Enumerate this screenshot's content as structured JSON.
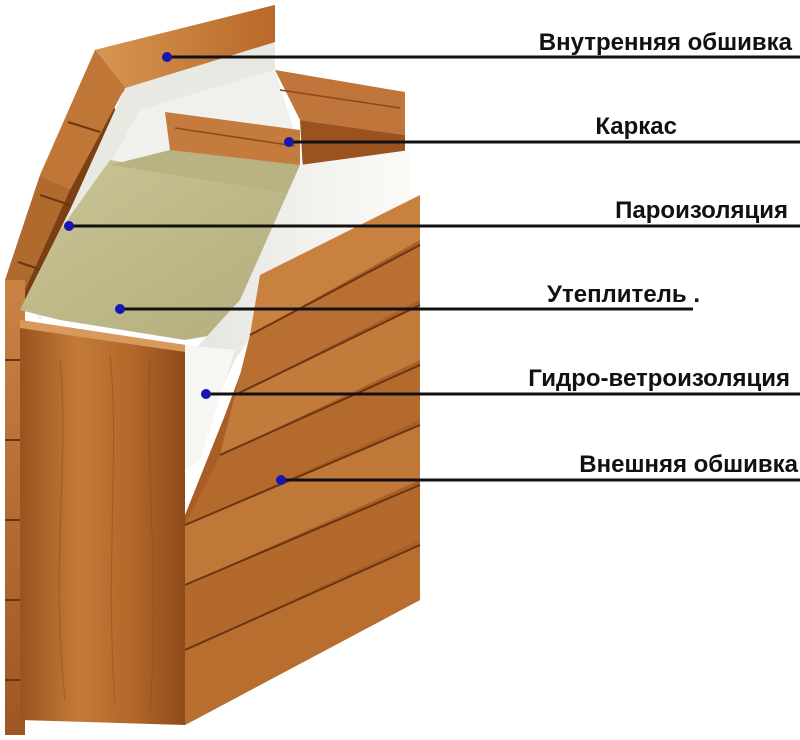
{
  "colors": {
    "wood_light": "#d08540",
    "wood_mid": "#b86a2c",
    "wood_dark": "#8a4a1c",
    "wood_line": "#6a3512",
    "insulation": "#c3bd8f",
    "insulation_side": "#a9a275",
    "membrane": "#f3f3f0",
    "leader_line": "#111111",
    "marker_dot": "#1616b0"
  },
  "layers": [
    {
      "id": "inner-sheathing",
      "label": "Внутренняя обшивка"
    },
    {
      "id": "frame",
      "label": "Каркас"
    },
    {
      "id": "vapor-barrier",
      "label": "Пароизоляция"
    },
    {
      "id": "insulation",
      "label": "Утеплитель ."
    },
    {
      "id": "wind-barrier",
      "label": "Гидро-ветроизоляция"
    },
    {
      "id": "outer-cladding",
      "label": "Внешняя обшивка"
    }
  ]
}
